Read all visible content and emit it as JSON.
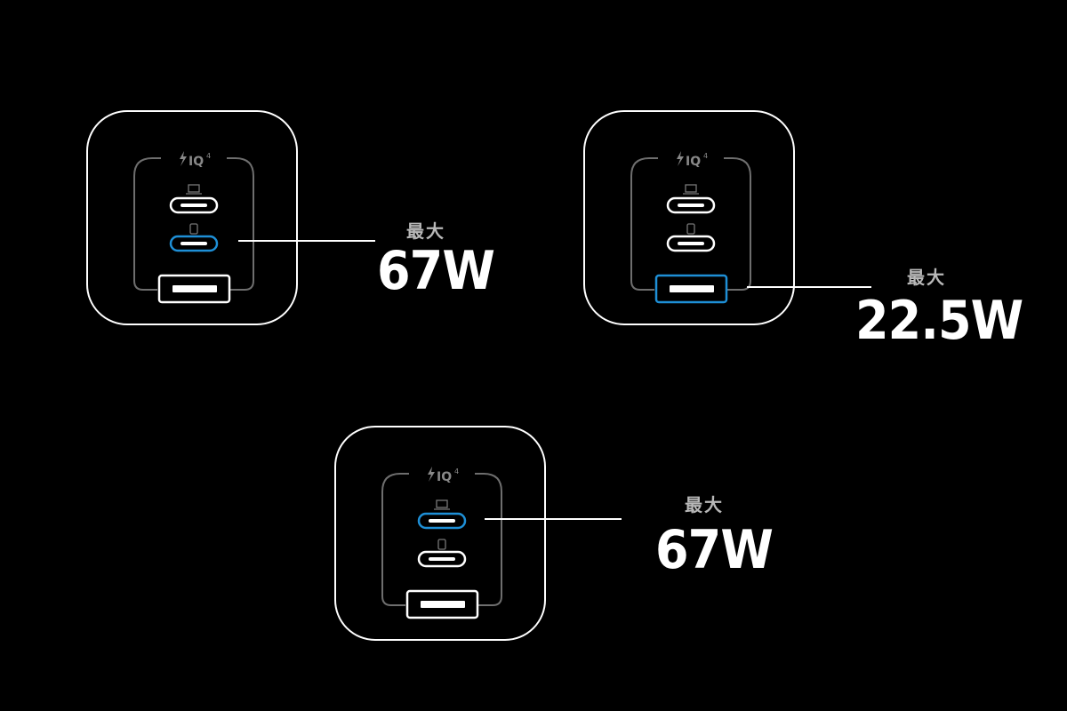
{
  "colors": {
    "background": "#000000",
    "outline": "#ffffff",
    "highlight": "#1e8fd6",
    "bracket": "#6e6e6e",
    "caption": "#b8b8b8"
  },
  "icons": {
    "brand_mark": "lightning-iq-icon",
    "top_port_marker": "laptop-icon",
    "middle_port_marker": "phone-icon"
  },
  "brand_text": "IQ",
  "brand_superscript": "4",
  "callouts": [
    {
      "highlighted_port": "usb-c-2",
      "caption": "最大",
      "value": "67W"
    },
    {
      "highlighted_port": "usb-a",
      "caption": "最大",
      "value": "22.5W"
    },
    {
      "highlighted_port": "usb-c-1",
      "caption": "最大",
      "value": "67W"
    }
  ]
}
